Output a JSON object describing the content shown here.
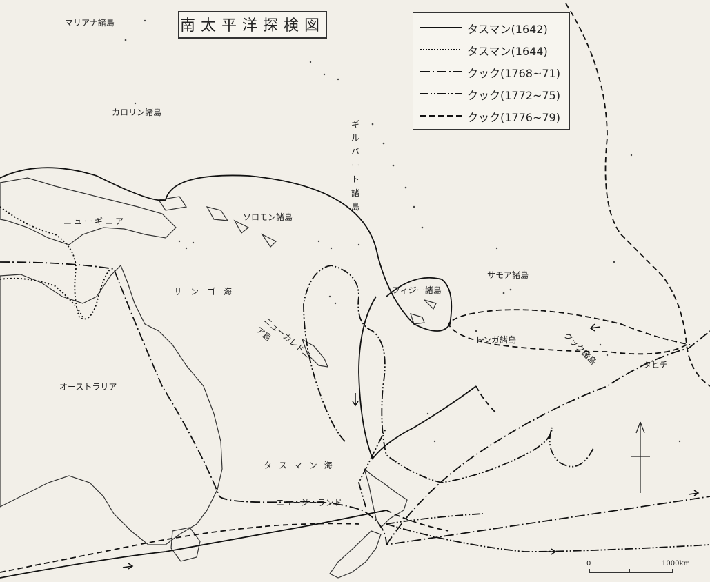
{
  "map": {
    "title": "南太平洋探検図",
    "legend": [
      {
        "label": "タスマン(1642)",
        "style": "solid"
      },
      {
        "label": "タスマン(1644)",
        "style": "dotted"
      },
      {
        "label": "クック(1768~71)",
        "style": "dashdot"
      },
      {
        "label": "クック(1772~75)",
        "style": "dashdotdot"
      },
      {
        "label": "クック(1776~79)",
        "style": "dashed"
      }
    ],
    "labels": {
      "mariana": "マリアナ諸島",
      "caroline": "カロリン諸島",
      "gilbert": "ギルバート諸島",
      "new_guinea": "ニューギニア",
      "solomon": "ソロモン諸島",
      "coral_sea": "サンゴ海",
      "fiji": "フィジー諸島",
      "samoa": "サモア諸島",
      "new_caledonia": "ニューカレドニア島",
      "tonga": "トンガ諸島",
      "cook": "クック諸島",
      "tahiti": "タヒチ",
      "australia": "オーストラリア",
      "tasman_sea": "タスマン海",
      "new_zealand": "ニュージーランド"
    },
    "scale": {
      "zero": "0",
      "max": "1000km"
    },
    "colors": {
      "ink": "#222222",
      "paper": "#f2efe8"
    }
  }
}
